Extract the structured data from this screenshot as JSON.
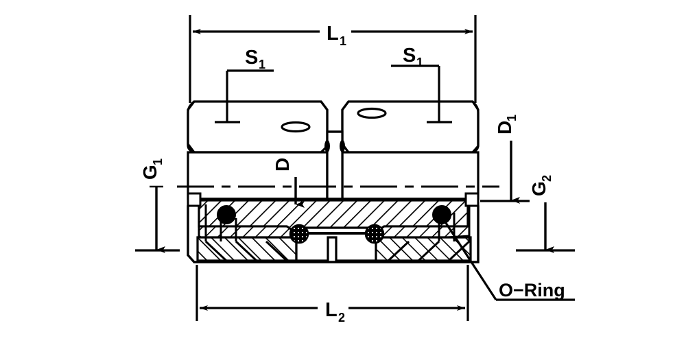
{
  "drawing": {
    "title": "Hydraulic Coupling Union Fitting Cross-Section",
    "type": "technical-engineering-drawing",
    "background_color": "#ffffff",
    "line_color": "#000000"
  },
  "labels": {
    "length_overall": {
      "base": "L",
      "sub": "1"
    },
    "length_body": {
      "base": "L",
      "sub": "2"
    },
    "hex_left": {
      "base": "S",
      "sub": "1"
    },
    "hex_right": {
      "base": "S",
      "sub": "1"
    },
    "bore": {
      "base": "D",
      "sub": ""
    },
    "outer_dia": {
      "base": "D",
      "sub": "1"
    },
    "thread_left": {
      "base": "G",
      "sub": "1"
    },
    "thread_right": {
      "base": "G",
      "sub": "2"
    },
    "oring": {
      "base": "O−Ring",
      "sub": ""
    }
  },
  "annotations": {
    "oring_callout_text": "O−Ring",
    "dimension_names": [
      "L1",
      "L2",
      "S1",
      "S1",
      "D",
      "D1",
      "G1",
      "G2"
    ],
    "component_names": [
      "hex-body-left",
      "hex-body-right",
      "o-ring-seal",
      "bore-channel",
      "threaded-end"
    ]
  }
}
